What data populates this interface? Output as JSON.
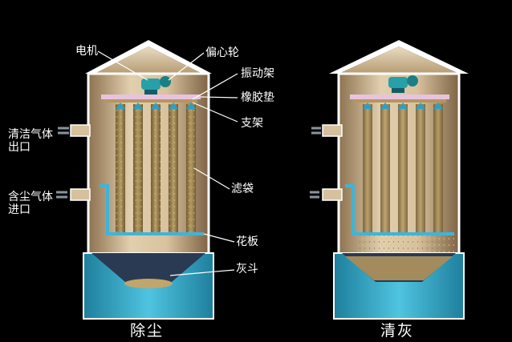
{
  "labels": {
    "motor": "电机",
    "eccentric_wheel": "偏心轮",
    "vibration_frame": "振动架",
    "rubber_pad": "橡胶垫",
    "bracket": "支架",
    "clean_gas_outlet": "清洁气体\n出口",
    "filter_bag": "滤袋",
    "dusty_gas_inlet": "含尘气体\n进口",
    "tube_sheet": "花板",
    "ash_hopper": "灰斗"
  },
  "captions": {
    "left": "除尘",
    "right": "清灰"
  },
  "colors": {
    "background": "#000000",
    "shell": "#c9b08a",
    "hopper": "#2ca3c4",
    "bag": "#a38a55",
    "motor": "#27a0a8"
  }
}
